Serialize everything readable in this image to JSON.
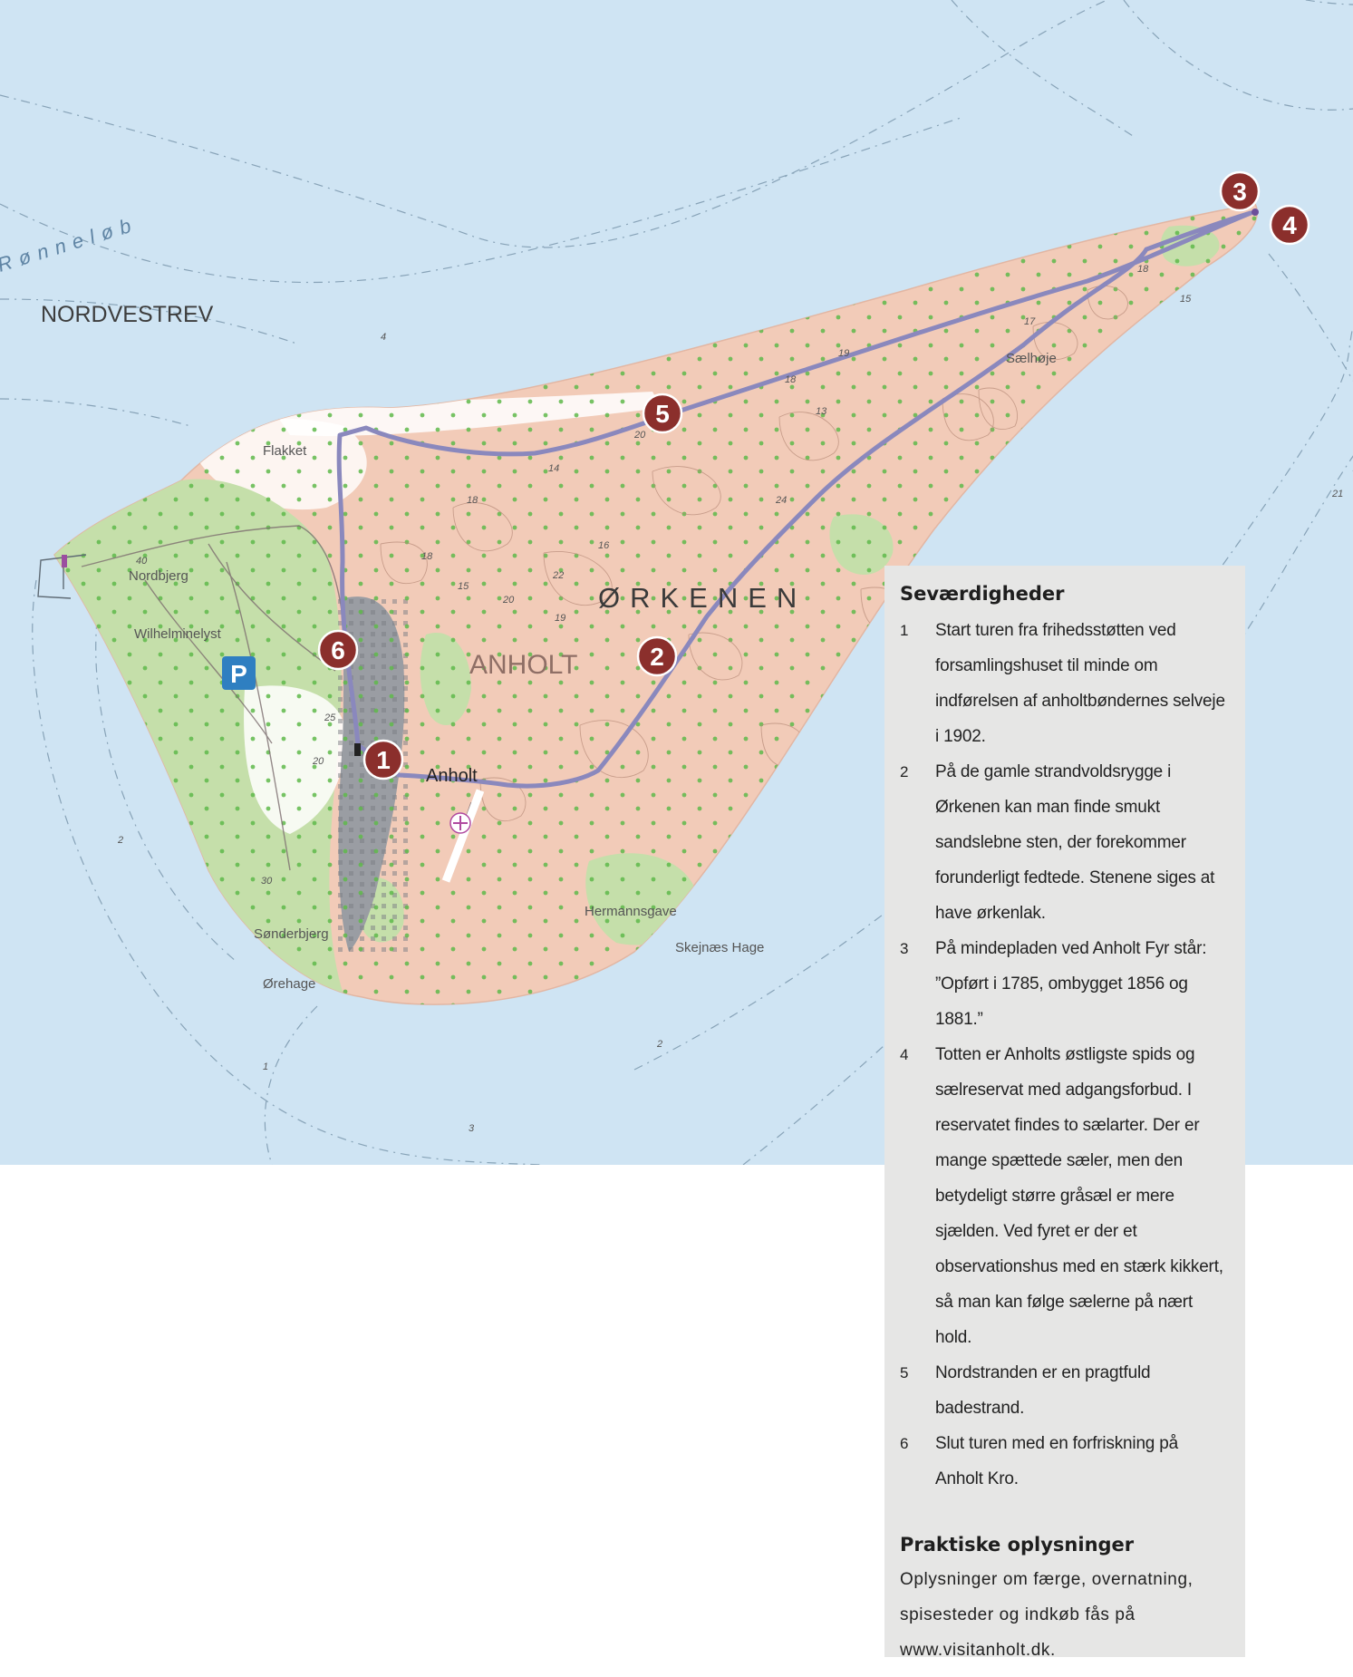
{
  "map": {
    "labels": {
      "channel": "Rønneløb",
      "nordvestrev": "NORDVESTREV",
      "orkenen": "ØRKENEN",
      "anholt_area": "ANHOLT",
      "anholt_town": "Anholt",
      "flakket": "Flakket",
      "nordbjerg": "Nordbjerg",
      "wilhelminelyst": "Wilhelminelyst",
      "saelhoje": "Sælhøje",
      "hermannsgave": "Hermannsgave",
      "skejnaes_hage": "Skejnæs Hage",
      "sonderbjerg": "Sønderbjerg",
      "orehage": "Ørehage"
    },
    "parking_symbol": "P",
    "depths": [
      "4",
      "21",
      "2",
      "2",
      "1",
      "3"
    ],
    "heights": [
      "20",
      "18",
      "14",
      "16",
      "18",
      "15",
      "22",
      "19",
      "20",
      "18",
      "24",
      "13",
      "19",
      "18",
      "17",
      "15",
      "40",
      "25",
      "20",
      "30"
    ],
    "markers": [
      "1",
      "2",
      "3",
      "4",
      "5",
      "6"
    ],
    "colors": {
      "sea": "#cfe4f3",
      "land": "#f2cbb8",
      "vegetation": "#c5dfaa",
      "route": "#8a88bd",
      "marker": "#8b2f2c",
      "town": "#9a9da3"
    }
  },
  "panel": {
    "title": "Seværdigheder",
    "items": [
      {
        "n": "1",
        "text": "Start turen fra frihedsstøtten ved forsamlingshuset til minde om indførelsen af anholtbøndernes selveje i 1902."
      },
      {
        "n": "2",
        "text": "På de gamle strandvoldsrygge i Ørkenen kan man finde smukt sandslebne sten, der forekommer forunderligt fedtede. Stenene siges at have ørkenlak."
      },
      {
        "n": "3",
        "text": "På mindepladen ved Anholt Fyr står: ”Opført i 1785, ombygget 1856 og 1881.”"
      },
      {
        "n": "4",
        "text": "Totten er Anholts østligste spids og sælreservat med adgangsforbud. I reservatet findes to sælarter. Der er mange spættede sæler, men den betydeligt større gråsæl er mere sjælden. Ved fyret er der et observationshus med en stærk kikkert, så man kan følge sælerne på nært hold."
      },
      {
        "n": "5",
        "text": "Nordstranden er en pragtfuld badestrand."
      },
      {
        "n": "6",
        "text": "Slut turen med en forfriskning på Anholt Kro."
      }
    ],
    "practical_title": "Praktiske oplysninger",
    "practical_text": "Oplysninger om færge, overnatning, spisesteder og indkøb fås på www.visitanholt.dk."
  }
}
